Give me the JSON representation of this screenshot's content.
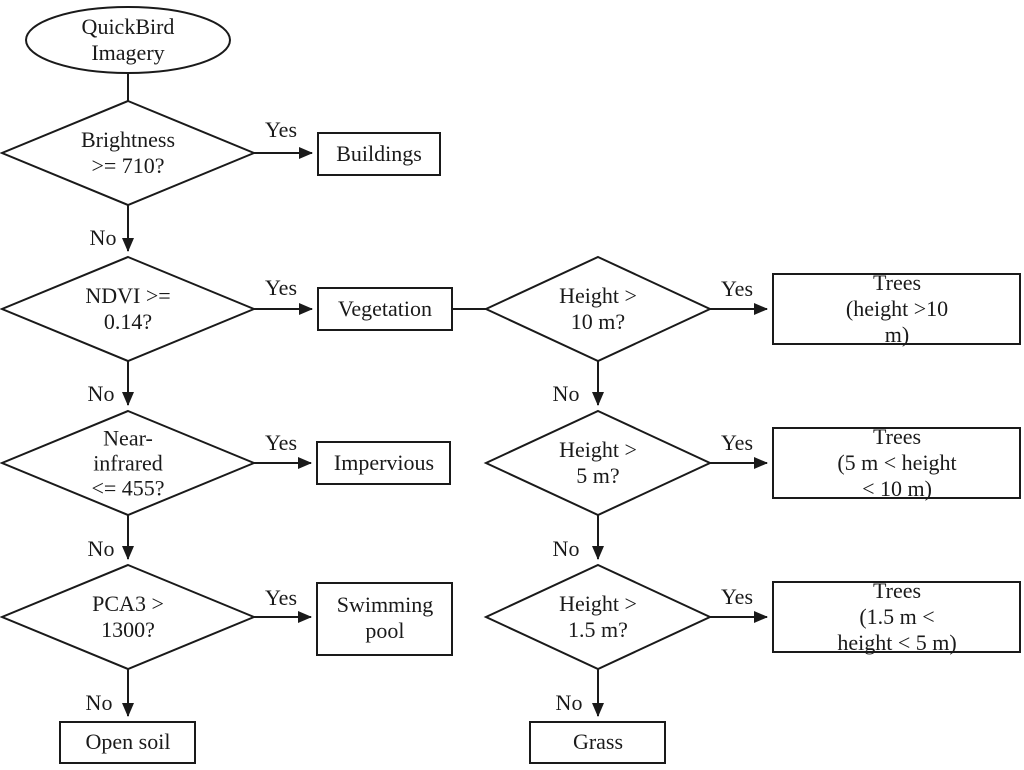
{
  "diagram": {
    "type": "flowchart",
    "start_node": "QuickBird\nImagery",
    "yes_label": "Yes",
    "no_label": "No",
    "left_branch": {
      "decisions": [
        {
          "id": "brightness",
          "text": "Brightness\n>= 710?",
          "yes_result": "Buildings"
        },
        {
          "id": "ndvi",
          "text": "NDVI >=\n0.14?",
          "yes_result": "Vegetation"
        },
        {
          "id": "near_infrared",
          "text": "Near-\ninfrared\n<= 455?",
          "yes_result": "Impervious"
        },
        {
          "id": "pca3",
          "text": "PCA3 >\n1300?",
          "yes_result": "Swimming\npool",
          "no_result": "Open soil"
        }
      ]
    },
    "right_branch": {
      "decisions": [
        {
          "id": "height_10",
          "text": "Height >\n10 m?",
          "yes_result": "Trees\n(height >10 m)"
        },
        {
          "id": "height_5",
          "text": "Height >\n5 m?",
          "yes_result": "Trees\n(5 m < height < 10 m)"
        },
        {
          "id": "height_1_5",
          "text": "Height >\n1.5 m?",
          "yes_result": "Trees\n(1.5 m < height < 5 m)",
          "no_result": "Grass"
        }
      ]
    },
    "colors": {
      "stroke": "#1a1a1a",
      "background": "#ffffff"
    }
  }
}
